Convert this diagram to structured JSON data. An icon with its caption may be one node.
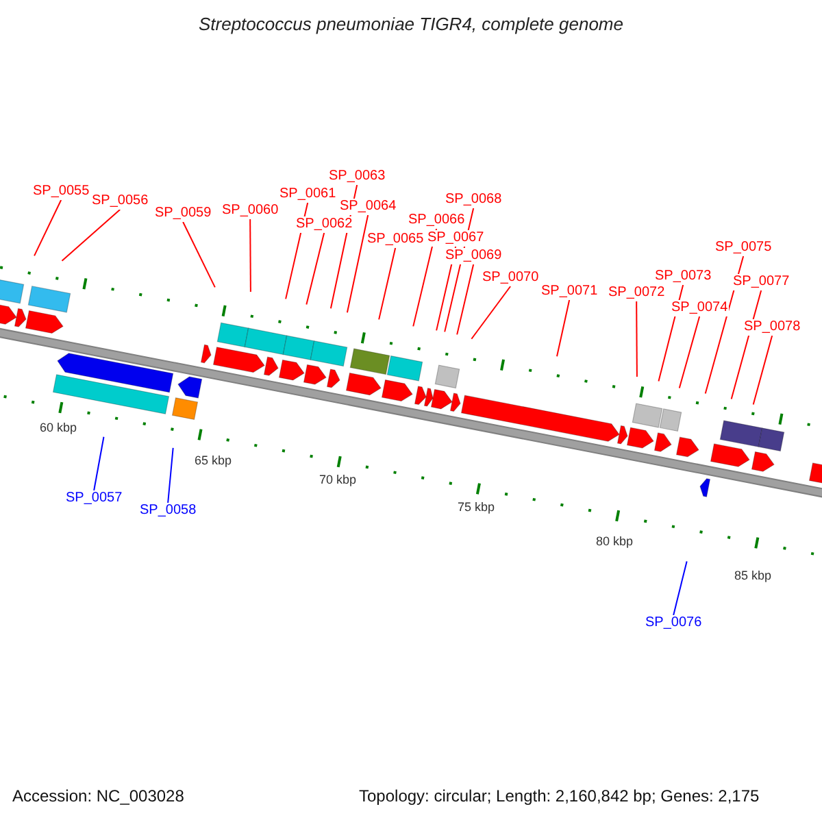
{
  "diagram": {
    "title": "Streptococcus pneumoniae TIGR4, complete genome",
    "nodes": [
      {
        "text": [
          "SP_0055"
        ]
      },
      {
        "text": [
          "SP_0056"
        ]
      },
      {
        "text": [
          "SP_0057"
        ]
      },
      {
        "text": [
          "SP_0058"
        ]
      },
      {
        "text": [
          "SP_0059"
        ]
      },
      {
        "text": [
          "SP_0060"
        ]
      },
      {
        "text": [
          "SP_0061"
        ]
      },
      {
        "text": [
          "SP_0062"
        ]
      },
      {
        "text": [
          "SP_0063"
        ]
      },
      {
        "text": [
          "SP_0064"
        ]
      },
      {
        "text": [
          "SP_0065"
        ]
      },
      {
        "text": [
          "SP_0066"
        ]
      },
      {
        "text": [
          "SP_0067"
        ]
      },
      {
        "text": [
          "SP_0068"
        ]
      },
      {
        "text": [
          "SP_0069"
        ]
      },
      {
        "text": [
          "SP_0070"
        ]
      },
      {
        "text": [
          "SP_0071"
        ]
      },
      {
        "text": [
          "SP_0072"
        ]
      },
      {
        "text": [
          "SP_0073"
        ]
      },
      {
        "text": [
          "SP_0074"
        ]
      },
      {
        "text": [
          "SP_0075"
        ]
      },
      {
        "text": [
          "SP_0076"
        ]
      },
      {
        "text": [
          "SP_0077"
        ]
      },
      {
        "text": [
          "SP_0078"
        ]
      }
    ],
    "edges": [
      {
        "from": 0,
        "to": null,
        "arrow": "none"
      },
      {
        "from": 1,
        "to": null,
        "arrow": "none"
      },
      {
        "from": 2,
        "to": null,
        "arrow": "none",
        "color": "#0000ff"
      },
      {
        "from": 3,
        "to": null,
        "arrow": "none",
        "color": "#0000ff"
      },
      {
        "from": 4,
        "to": null,
        "arrow": "none"
      },
      {
        "from": 5,
        "to": null,
        "arrow": "none"
      },
      {
        "from": 6,
        "to": null,
        "arrow": "none"
      },
      {
        "from": 7,
        "to": null,
        "arrow": "none"
      },
      {
        "from": 8,
        "to": null,
        "arrow": "none"
      },
      {
        "from": 9,
        "to": null,
        "arrow": "none"
      },
      {
        "from": 10,
        "to": null,
        "arrow": "none"
      },
      {
        "from": 11,
        "to": null,
        "arrow": "none"
      },
      {
        "from": 12,
        "to": null,
        "arrow": "none"
      },
      {
        "from": 13,
        "to": null,
        "arrow": "none"
      },
      {
        "from": 14,
        "to": null,
        "arrow": "none"
      },
      {
        "from": 15,
        "to": null,
        "arrow": "none"
      },
      {
        "from": 16,
        "to": null,
        "arrow": "none"
      },
      {
        "from": 17,
        "to": null,
        "arrow": "none"
      },
      {
        "from": 18,
        "to": null,
        "arrow": "none"
      },
      {
        "from": 19,
        "to": null,
        "arrow": "none"
      },
      {
        "from": 20,
        "to": null,
        "arrow": "none"
      },
      {
        "from": 21,
        "to": null,
        "arrow": "none",
        "color": "#0000ff"
      },
      {
        "from": 22,
        "to": null,
        "arrow": "none"
      },
      {
        "from": 23,
        "to": null,
        "arrow": "none"
      }
    ],
    "labels": [
      "60 kbp",
      "65 kbp",
      "70 kbp",
      "75 kbp",
      "80 kbp",
      "85 kbp",
      "Accession: NC_003028",
      "Topology: circular; Length: 2,160,842 bp; Genes: 2,175"
    ]
  }
}
